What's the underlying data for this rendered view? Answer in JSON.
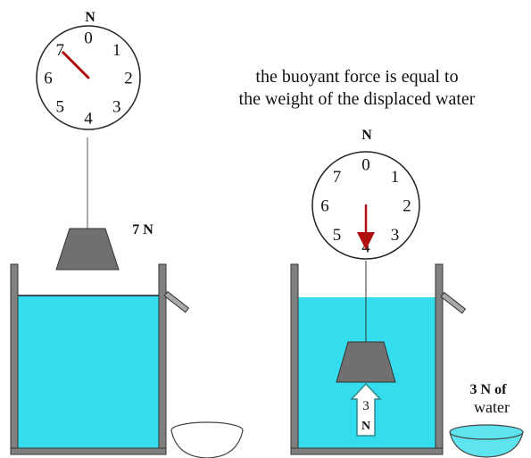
{
  "caption": {
    "line1": "the buoyant force is equal to",
    "line2": "the weight of the displaced water"
  },
  "scale_left": {
    "unit_label": "N",
    "dial_numbers": [
      "0",
      "1",
      "2",
      "3",
      "4",
      "5",
      "6",
      "7"
    ],
    "reading": 7
  },
  "scale_right": {
    "unit_label": "N",
    "dial_numbers": [
      "0",
      "1",
      "2",
      "3",
      "4",
      "5",
      "6",
      "7"
    ],
    "reading": 4
  },
  "weight_label": "7 N",
  "buoyant_arrow": {
    "value": "3",
    "unit": "N"
  },
  "displaced_label": {
    "line1": "3 N of",
    "line2": "water"
  },
  "colors": {
    "water": "#33ddee",
    "water_in_dish": "#5ee4ee",
    "weight": "#707070",
    "tank_wall": "#808080",
    "needle": "#b01010",
    "arrow_fill": "#ffffff",
    "arrow_outline": "#2c8a8a"
  }
}
